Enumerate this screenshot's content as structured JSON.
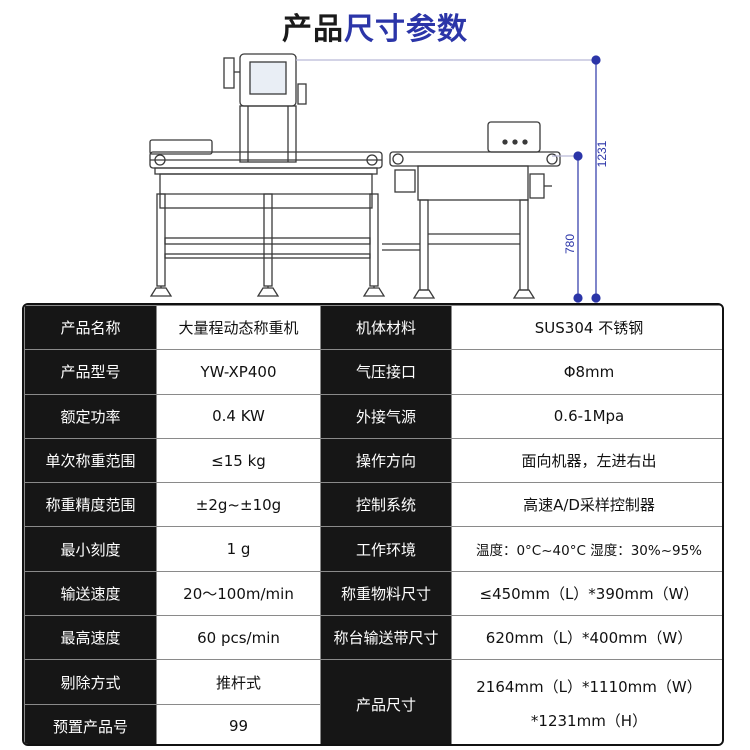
{
  "title": {
    "part1": "产品",
    "part2": "尺寸参数"
  },
  "dimensions": {
    "height_total": "1231",
    "height_conveyor": "780"
  },
  "colors": {
    "accent": "#2b35a8",
    "label_bg": "#161616"
  },
  "specs": {
    "rows": [
      {
        "l1": "产品名称",
        "v1": "大量程动态称重机",
        "l2": "机体材料",
        "v2": "SUS304 不锈钢"
      },
      {
        "l1": "产品型号",
        "v1": "YW-XP400",
        "l2": "气压接口",
        "v2": "Φ8mm"
      },
      {
        "l1": "额定功率",
        "v1": "0.4 KW",
        "l2": "外接气源",
        "v2": "0.6-1Mpa"
      },
      {
        "l1": "单次称重范围",
        "v1": "≤15 kg",
        "l2": "操作方向",
        "v2": "面向机器，左进右出"
      },
      {
        "l1": "称重精度范围",
        "v1": "±2g~±10g",
        "l2": "控制系统",
        "v2": "高速A/D采样控制器"
      },
      {
        "l1": "最小刻度",
        "v1": "1 g",
        "l2": "工作环境",
        "v2": "温度：0°C~40°C  湿度：30%~95%"
      },
      {
        "l1": "输送速度",
        "v1": "20～100m/min",
        "l2": "称重物料尺寸",
        "v2": "≤450mm（L）*390mm（W）"
      },
      {
        "l1": "最高速度",
        "v1": "60  pcs/min",
        "l2": "称台输送带尺寸",
        "v2": "620mm（L）*400mm（W）"
      },
      {
        "l1": "剔除方式",
        "v1": "推杆式"
      },
      {
        "l1": "预置产品号",
        "v1": "99"
      }
    ],
    "merged": {
      "label": "产品尺寸",
      "line1": "2164mm（L）*1110mm（W）",
      "line2": "*1231mm（H）"
    }
  }
}
